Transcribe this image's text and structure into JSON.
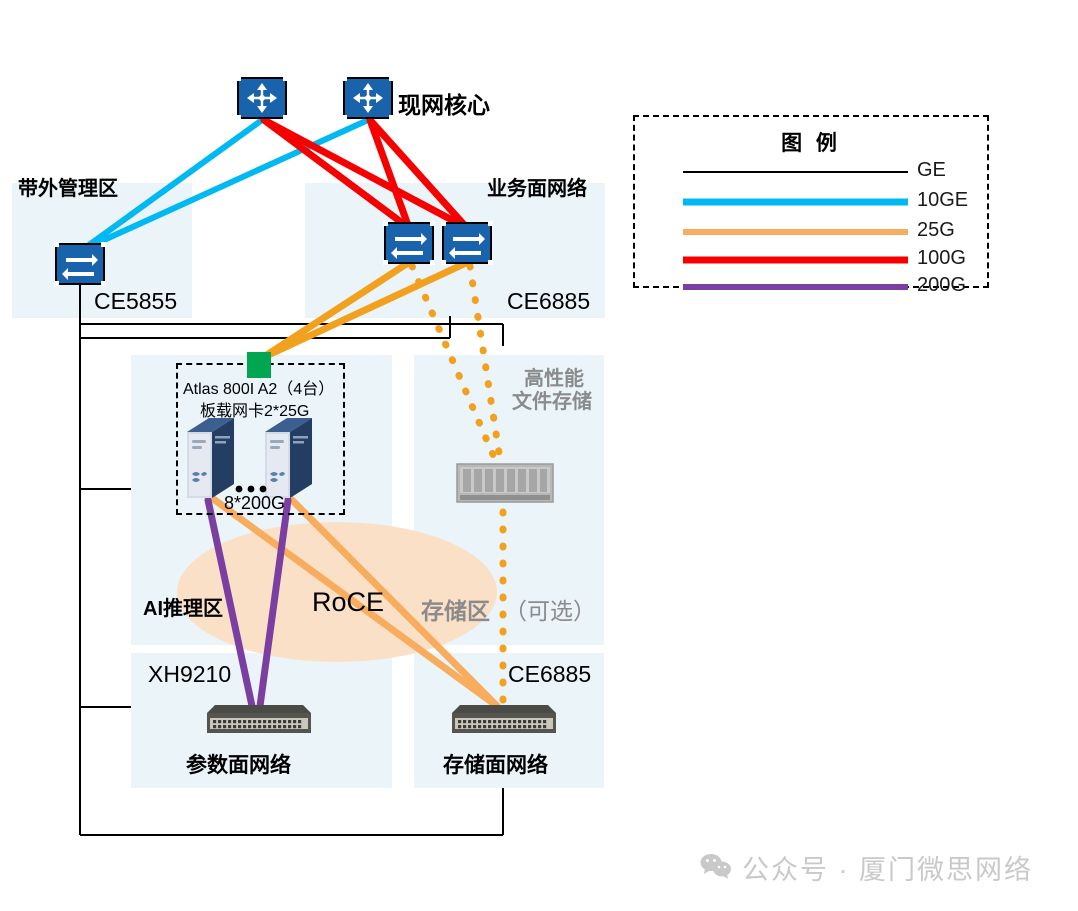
{
  "diagram": {
    "title_watermark": "公众号 · 厦门微思网络",
    "watermark_icon": "wechat-icon"
  },
  "legend": {
    "title": "图 例",
    "items": [
      {
        "label": "GE",
        "color": "#000000",
        "width": 2
      },
      {
        "label": "10GE",
        "color": "#00b9f2",
        "width": 7
      },
      {
        "label": "25G",
        "color": "#f8ac5e",
        "width": 6
      },
      {
        "label": "100G",
        "color": "#f60000",
        "width": 7
      },
      {
        "label": "200G",
        "color": "#7a3fa0",
        "width": 6
      }
    ]
  },
  "zones": [
    {
      "name": "oob-management-zone",
      "label": "带外管理区"
    },
    {
      "name": "service-plane-zone",
      "label": "业务面网络"
    },
    {
      "name": "high-perf-file-storage-zone",
      "label": "高性能\n文件存储"
    },
    {
      "name": "ai-inference-zone",
      "label": "AI推理区"
    },
    {
      "name": "storage-zone",
      "label": "存储区（可选）"
    },
    {
      "name": "parameter-plane-zone",
      "label": "参数面网络"
    },
    {
      "name": "storage-plane-zone",
      "label": "存储面网络"
    }
  ],
  "labels": {
    "core_routers": "现网核心",
    "oob_zone": "带外管理区",
    "service_zone": "业务面网络",
    "ce5855": "CE5855",
    "ce6885_top": "CE6885",
    "high_perf_line1": "高性能",
    "high_perf_line2": "文件存储",
    "atlas_line1": "Atlas 800I A2（4台）",
    "atlas_line2": "板载网卡2*25G",
    "link_8x200g": "8*200G",
    "ai_zone": "AI推理区",
    "roce": "RoCE",
    "storage_zone": "存储区",
    "storage_zone_optional": "（可选）",
    "xh9210": "XH9210",
    "ce6885_bottom": "CE6885",
    "param_plane": "参数面网络",
    "storage_plane": "存储面网络"
  },
  "devices": [
    {
      "name": "core-router-1",
      "type": "router",
      "label": ""
    },
    {
      "name": "core-router-2",
      "type": "router",
      "label": "现网核心"
    },
    {
      "name": "ce5855-switch",
      "type": "switch",
      "label": "CE5855"
    },
    {
      "name": "ce6885-switch-1",
      "type": "switch",
      "label": "CE6885"
    },
    {
      "name": "ce6885-switch-2",
      "type": "switch",
      "label": "CE6885"
    },
    {
      "name": "atlas-server-1",
      "type": "server",
      "label": "Atlas 800I A2（4台）"
    },
    {
      "name": "atlas-server-2",
      "type": "server",
      "label": "Atlas 800I A2（4台）"
    },
    {
      "name": "file-storage-array",
      "type": "storage",
      "label": "高性能文件存储"
    },
    {
      "name": "xh9210-switch",
      "type": "rack-switch",
      "label": "XH9210"
    },
    {
      "name": "ce6885-storage-switch",
      "type": "rack-switch",
      "label": "CE6885"
    }
  ],
  "colors": {
    "zone_bg": "#eaf4f9",
    "roce_ellipse": "#fbe0c8",
    "switch_blue": "#1963ad",
    "green_marker": "#00a650",
    "gray_text": "#8b8b8b",
    "ge": "#000000",
    "tenge": "#00b9f2",
    "g25": "#f8ac5e",
    "g25_solid": "#f2a11e",
    "g100": "#f60000",
    "g200": "#7a3fa0"
  }
}
